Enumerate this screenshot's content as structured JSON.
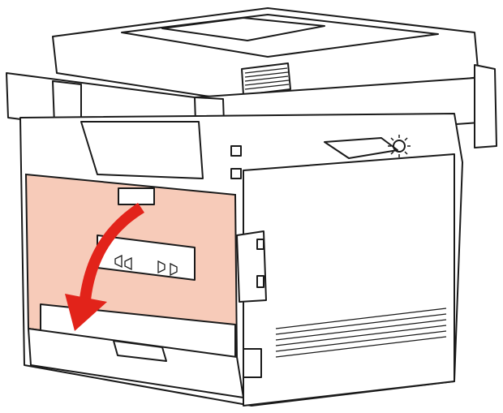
{
  "illustration": {
    "subject": "printer-rear-view",
    "colors": {
      "outline": "#1a1a1a",
      "body": "#ffffff",
      "rear_cover_highlight": "#f7cbb9",
      "arrow": "#e2231a"
    },
    "icons": {
      "arrow": "curved-arrow-down",
      "indicator": "sun-burst"
    }
  }
}
